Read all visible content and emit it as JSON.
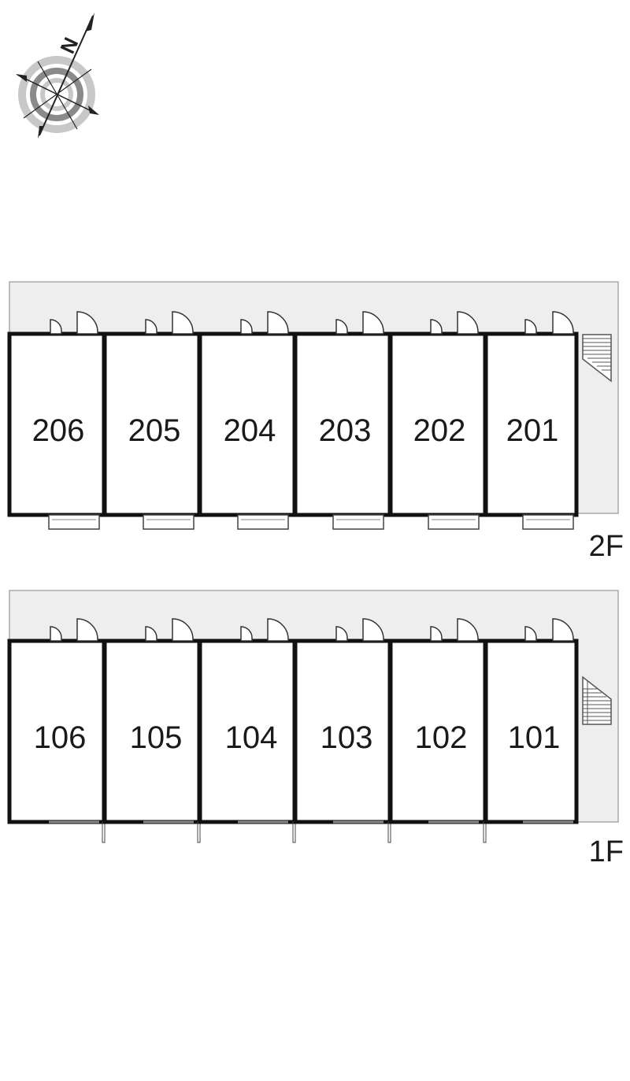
{
  "compass": {
    "north_letter": "N",
    "icon": "compass-rose-icon"
  },
  "floors": [
    {
      "label": "2F",
      "units": [
        "206",
        "205",
        "204",
        "203",
        "202",
        "201"
      ],
      "exterior": "balcony"
    },
    {
      "label": "1F",
      "units": [
        "106",
        "105",
        "104",
        "103",
        "102",
        "101"
      ],
      "exterior": "garden"
    }
  ],
  "colors": {
    "walkway": "#eeeeee",
    "wall": "#111111",
    "unit_fill": "#ffffff"
  }
}
